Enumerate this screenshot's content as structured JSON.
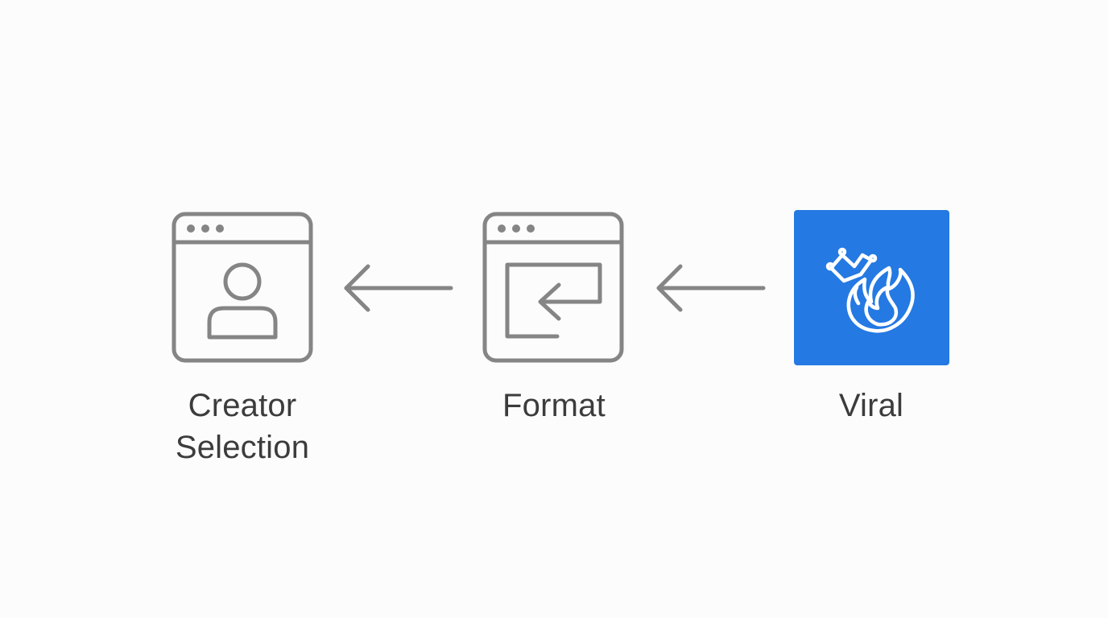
{
  "flow": {
    "steps": [
      {
        "id": "creator",
        "label_lines": [
          "Creator",
          "Selection"
        ],
        "icon": "browser-window-user-icon"
      },
      {
        "id": "format",
        "label_lines": [
          "Format"
        ],
        "icon": "browser-window-return-icon"
      },
      {
        "id": "viral",
        "label_lines": [
          "Viral"
        ],
        "icon": "crown-flame-icon"
      }
    ],
    "connectors": [
      {
        "from": "format",
        "to": "creator",
        "icon": "arrow-left-icon"
      },
      {
        "from": "viral",
        "to": "format",
        "icon": "arrow-left-icon"
      }
    ]
  },
  "colors": {
    "icon_stroke": "#858585",
    "label_text": "#3c3c3c",
    "viral_tile": "#2479e3",
    "viral_icon": "#ffffff",
    "background": "#fcfcfc"
  }
}
